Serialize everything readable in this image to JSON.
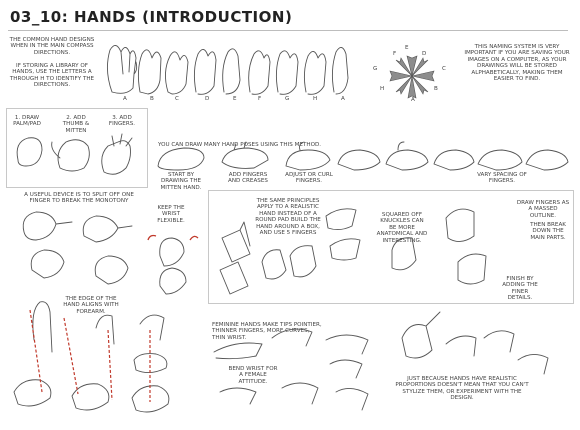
{
  "title": "03_10: HANDS (INTRODUCTION)",
  "compass_intro": "THE COMMON HAND DESIGNS WHEN IN THE MAIN COMPASS DIRECTIONS.",
  "library_note": "IF STORING A LIBRARY OF HANDS, USE THE LETTERS A THROUGH H TO IDENTIFY THE DIRECTIONS.",
  "letters": [
    "A",
    "B",
    "C",
    "D",
    "E",
    "F",
    "G",
    "H",
    "A"
  ],
  "compass_letters": [
    "A",
    "B",
    "C",
    "D",
    "E",
    "F",
    "G",
    "H"
  ],
  "naming_note": "THIS NAMING SYSTEM IS VERY IMPORTANT IF YOU ARE SAVING YOUR IMAGES ON A COMPUTER, AS YOUR DRAWINGS WILL BE STORED ALPHABETICALLY, MAKING THEM EASIER TO FIND.",
  "steps": [
    "1. DRAW PALM/PAD",
    "2. ADD THUMB & MITTEN",
    "3. ADD FINGERS."
  ],
  "poses_header": "YOU CAN DRAW MANY HAND POSES USING THIS METHOD.",
  "poses_labels": [
    "START BY DRAWING THE MITTEN HAND.",
    "ADD FINGERS AND CREASES",
    "ADJUST OR CURL FINGERS.",
    "VARY SPACING OF FINGERS."
  ],
  "split_note": "A USEFUL DEVICE IS TO SPLIT OFF ONE FINGER TO BREAK THE MONOTONY",
  "wrist_note": "KEEP THE WRIST FLEXIBLE.",
  "principles_note": "THE SAME PRINCIPLES APPLY TO A REALISTIC HAND INSTEAD OF A ROUND PAD BUILD THE HAND AROUND A BOX, AND USE 5 FINGERS",
  "squared_note": "SQUARED OFF KNUCKLES CAN BE MORE ANATOMICAL AND INTERESTING.",
  "massed_note": "DRAW FINGERS AS A MASSED OUTLINE.",
  "breakdown_note": "THEN BREAK DOWN THE MAIN PARTS.",
  "finish_note": "FINISH BY ADDING THE FINER DETAILS.",
  "forearm_note": "THE EDGE OF THE HAND ALIGNS WITH FOREARM.",
  "feminine_note": "FEMININE HANDS MAKE TIPS POINTIER, THINNER FINGERS, MORE CURVES, THIN WRIST.",
  "bend_note": "BEND WRIST FOR A FEMALE ATTITUDE.",
  "stylize_note": "JUST BECAUSE HANDS HAVE REALISTIC PROPORTIONS DOESN'T MEAN THAT YOU CAN'T STYLIZE THEM, OR EXPERIMENT WITH THE DESIGN.",
  "colors": {
    "accent_red": "#c0392b",
    "compass_gray": "#8d8d8d",
    "line": "#555555"
  }
}
